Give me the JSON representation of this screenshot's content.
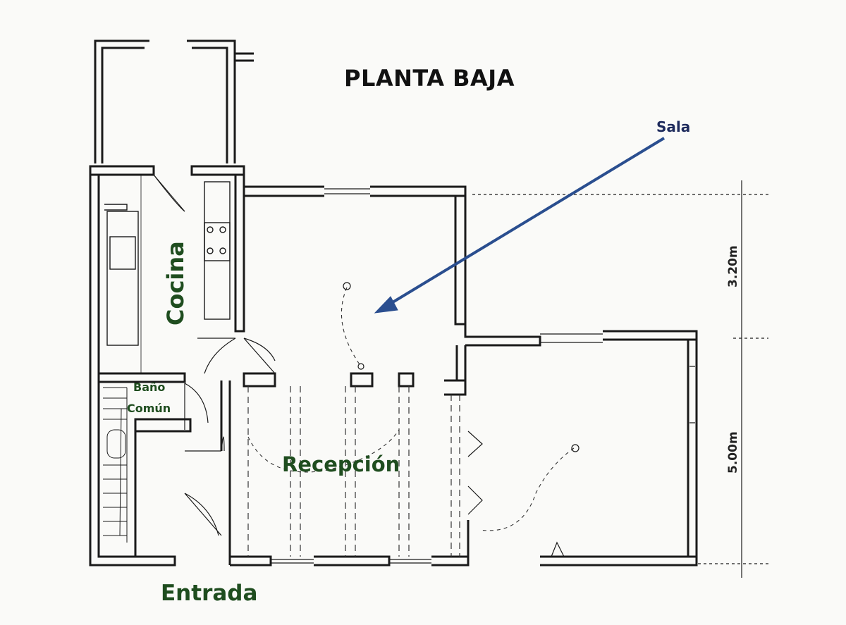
{
  "title": "PLANTA BAJA",
  "annotation": {
    "label": "Sala",
    "arrow_color": "#2a4e8f"
  },
  "rooms": {
    "cocina": "Cocina",
    "bano_line1": "Baño",
    "bano_line2": "Común",
    "recepcion": "Recepción",
    "entrada": "Entrada"
  },
  "dimensions": {
    "upper": "3.20m",
    "lower": "5.00m"
  },
  "colors": {
    "room_label": "#1f4d1f",
    "title": "#111111",
    "wall": "#1a1a1a"
  }
}
